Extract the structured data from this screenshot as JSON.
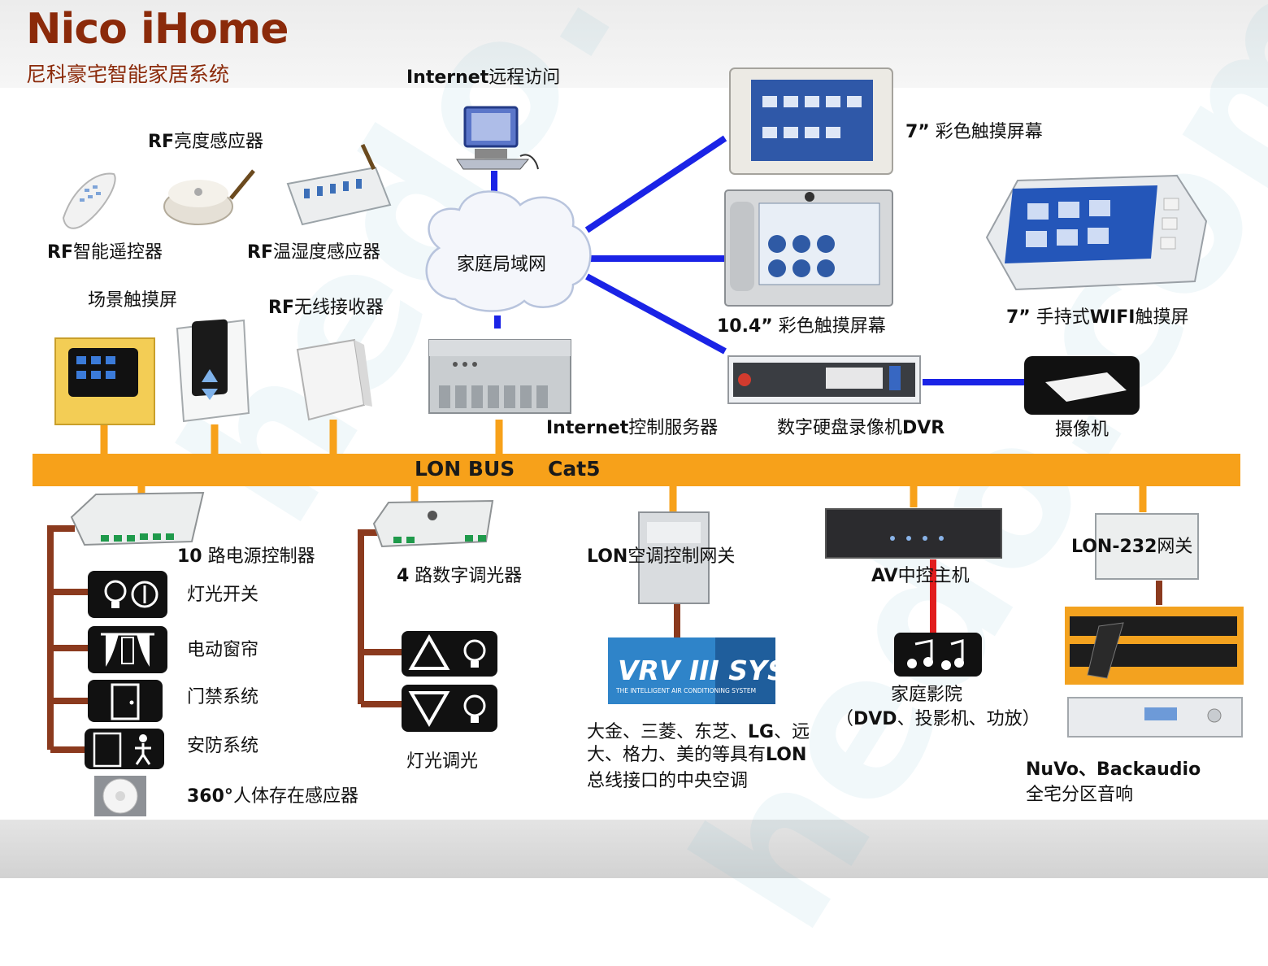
{
  "brand": {
    "title": "Nico iHome",
    "subtitle": "尼科豪宅智能家居系统"
  },
  "watermark_text": "hedo.com",
  "nodes": {
    "internet_access": {
      "bold": "Internet",
      "text": "远程访问"
    },
    "lan": {
      "text": "家庭局域网"
    },
    "touch7": {
      "bold": "7”",
      "text": " 彩色触摸屏幕"
    },
    "touch104": {
      "bold": "10.4”",
      "text": " 彩色触摸屏幕"
    },
    "wifi7": {
      "bold": "7”",
      "text": " 手持式",
      "bold2": "WIFI",
      "text2": "触摸屏"
    },
    "rf_light": {
      "bold": "RF",
      "text": "亮度感应器"
    },
    "rf_remote": {
      "bold": "RF",
      "text": "智能遥控器"
    },
    "rf_temp": {
      "bold": "RF",
      "text": "温湿度感应器"
    },
    "scene_touch": {
      "text": "场景触摸屏"
    },
    "rf_receiver": {
      "bold": "RF",
      "text": "无线接收器"
    },
    "internet_server": {
      "bold": "Internet",
      "text": "控制服务器"
    },
    "dvr": {
      "text": "数字硬盘录像机",
      "bold": "DVR"
    },
    "camera": {
      "text": "摄像机"
    },
    "power10": {
      "bold": "10",
      "text": " 路电源控制器"
    },
    "dimmer4": {
      "bold": "4",
      "text": " 路数字调光器"
    },
    "lon_ac": {
      "bold": "LON",
      "text": "空调控制网关"
    },
    "av_host": {
      "bold": "AV",
      "text": "中控主机"
    },
    "lon232": {
      "bold": "LON-232",
      "text": "网关"
    },
    "vrv_logo": "VRV III SYSTEM",
    "vrv_tagline": "THE INTELLIGENT AIR CONDITIONING SYSTEM",
    "ac_brands": {
      "line1a": "大金、三菱、东芝、",
      "line1b": "LG",
      "line1c": "、远",
      "line2a": "大、格力、美的等具有",
      "line2b": "LON",
      "line3": "总线接口的中央空调"
    },
    "home_theater": {
      "line1": "家庭影院",
      "line2a": "（",
      "line2b": "DVD",
      "line2c": "、投影机、功放）"
    },
    "audio": {
      "bold": "NuVo、Backaudio",
      "text": "全宅分区音响"
    }
  },
  "bus": {
    "name": "LON BUS",
    "cable": "Cat5"
  },
  "power_items": [
    "灯光开关",
    "电动窗帘",
    "门禁系统",
    "安防系统"
  ],
  "sensor360": {
    "bold": "360°",
    "text": "人体存在感应器"
  },
  "dimmer_label": "灯光调光",
  "colors": {
    "brand": "#8b2a0a",
    "bus": "#f7a11a",
    "lan_link": "#1a23e6",
    "branch": "#8b3a1e",
    "av_link": "#e11d1d"
  }
}
